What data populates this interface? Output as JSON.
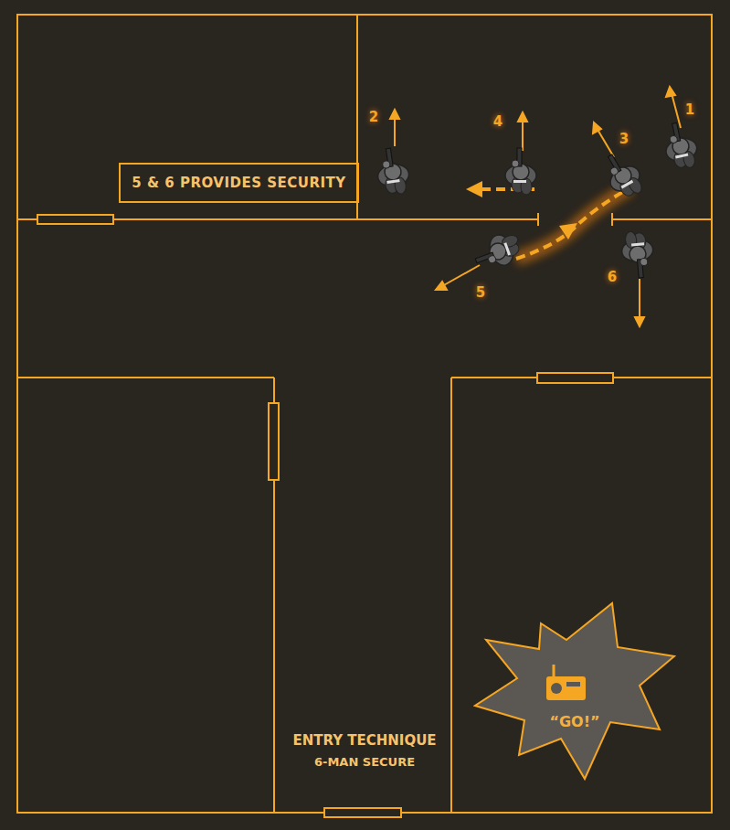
{
  "diagram": {
    "title": "ENTRY TECHNIQUE",
    "caption": "6-MAN SECURE",
    "nodes": [
      {
        "text": [
          "5 & 6 PROVIDES SECURITY"
        ]
      },
      {
        "text": [
          "“GO!”"
        ]
      }
    ],
    "labels": [
      "2",
      "4",
      "1",
      "3",
      "6",
      "5"
    ]
  }
}
